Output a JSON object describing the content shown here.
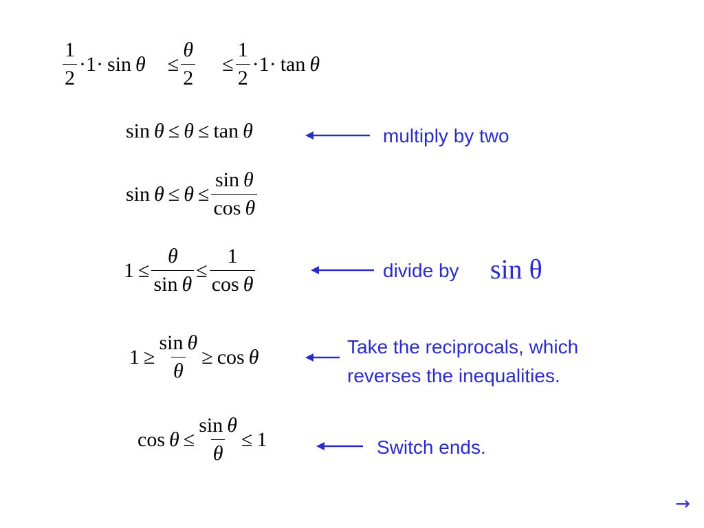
{
  "annotations": {
    "multiply": "multiply by two",
    "divide": "divide by",
    "divide_math": "sin θ",
    "reciprocal_line1": "Take the reciprocals, which",
    "reciprocal_line2": "reverses the inequalities.",
    "switch": "Switch ends."
  },
  "nav": {
    "next": "→"
  },
  "colors": {
    "annotation": "#2b2bc8",
    "math": "#000000"
  }
}
